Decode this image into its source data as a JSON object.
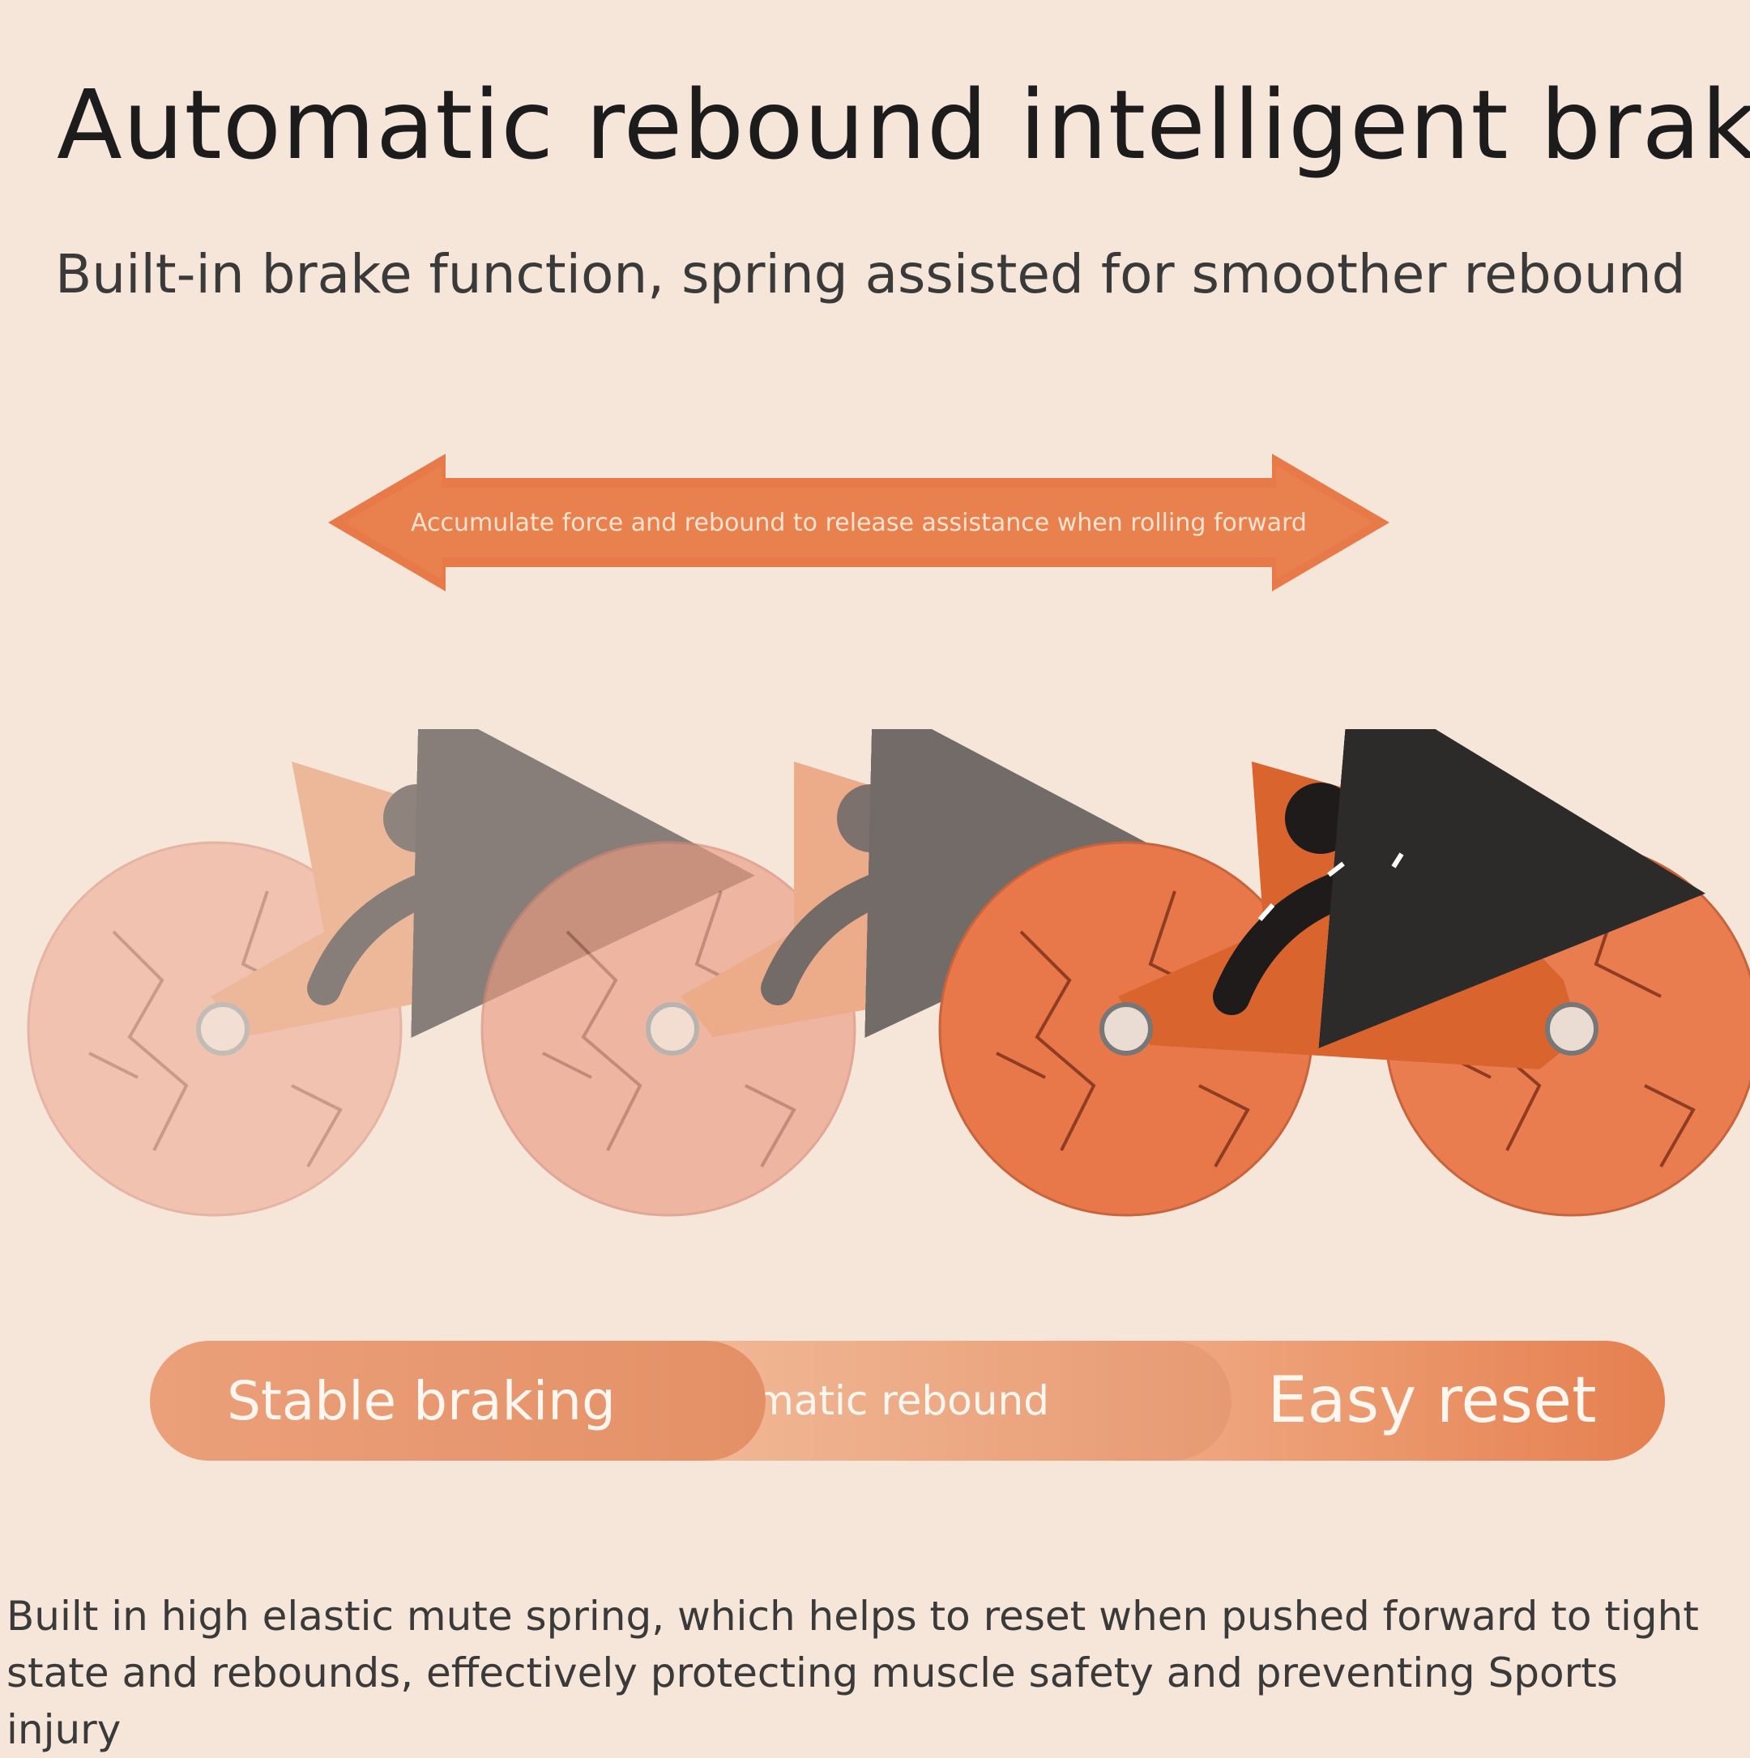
{
  "header": {
    "title": "Automatic rebound intelligent brake",
    "subtitle": "Built-in brake function, spring assisted for smoother rebound"
  },
  "arrow": {
    "text": "Accumulate force and rebound to release assistance when rolling forward"
  },
  "features": [
    {
      "label": "Stable braking"
    },
    {
      "label": "Automatic rebound"
    },
    {
      "label": "Easy reset"
    }
  ],
  "description": "Built in high elastic mute spring, which helps to reset when pushed forward to tight state and rebounds, effectively protecting muscle safety and preventing Sports injury",
  "colors": {
    "background": "#f6e6da",
    "accent": "#e3733c",
    "wheel_solid": "#e8784a",
    "wheel_faded": "#eda48a",
    "spring": "#2d2a2a"
  },
  "icons": [
    "double-arrow-icon",
    "ab-roller-wheel-icon",
    "rebound-arrow-icon"
  ]
}
